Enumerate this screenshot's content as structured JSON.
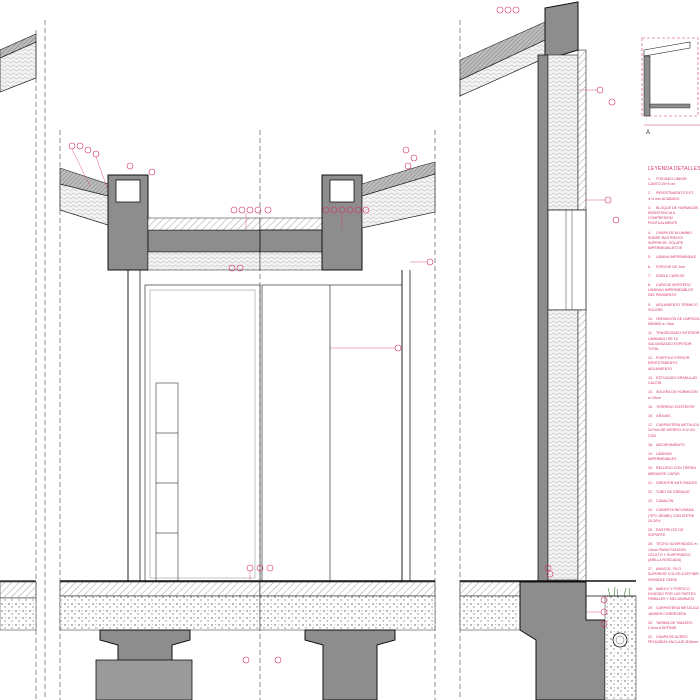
{
  "sheet": {
    "accent_color": "#d6336c",
    "line_color": "#1a1a1a",
    "hatch_color": "#8a8a8a",
    "key_plan_label": "A",
    "legend": {
      "title": "LEYENDA DETALLES",
      "items": [
        {
          "n": "1.",
          "text": "FORJADO UNIDIR. CANTO 25+5 cm"
        },
        {
          "n": "2.",
          "text": "REVESTIMIENTO EXT. 4+4 mm ACABADO"
        },
        {
          "n": "3.",
          "text": "BLOQUE DE HORMIGÓN RESISTENCIA A COMPRESIÓN PUNTUALMENTE"
        },
        {
          "n": "4.",
          "text": "CHAPA DE ALUMINIO SOBRE RASTRELES SUPERIOR. SOLAPE IMPERMEABLES DE"
        },
        {
          "n": "5.",
          "text": "LÁMINA IMPERMEABLE"
        },
        {
          "n": "6.",
          "text": "PORCHE DE 2cm"
        },
        {
          "n": "7.",
          "text": "DOBLE CAPA DE"
        },
        {
          "n": "8.",
          "text": "CAPA DE MORTERO LÁMINAS IMPERMEABLES DEL PAVIMENTO"
        },
        {
          "n": "9.",
          "text": "AISLAMIENTO TÉRMICO SOLERA"
        },
        {
          "n": "10.",
          "text": "HORMIGÓN DE LIMPIEZA MÍNIMO e= 5cm"
        },
        {
          "n": "11.",
          "text": "TRASDOSADO INTERIOR LAMINADO DE 15 GALVANIZADO ESPESOR TOTAL"
        },
        {
          "n": "12.",
          "text": "PUERTA EXTERIOR REVESTIMIENTO AISLAMIENTO"
        },
        {
          "n": "13.",
          "text": "ESTUCADO GRANULAR CALCÍN"
        },
        {
          "n": "14.",
          "text": "SOLERA DE HORMIGÓN e=10cm"
        },
        {
          "n": "15.",
          "text": "TERRENO EXISTENTE"
        },
        {
          "n": "16.",
          "text": "GRAVAS."
        },
        {
          "n": "17.",
          "text": "CARPINTERÍA METÁLICA 2x7mm DE HIERRO 4+4+4/4 CON"
        },
        {
          "n": "18.",
          "text": "ANCHEAMIENTO"
        },
        {
          "n": "19.",
          "text": "LÁMINAS IMPERMEABLES"
        },
        {
          "n": "20.",
          "text": "RELLENO CON TIERRA MEDIANTE CAPAS"
        },
        {
          "n": "21.",
          "text": "DRENTER ANTI-RAÍCES"
        },
        {
          "n": "22.",
          "text": "TUBO DE DRENAJE"
        },
        {
          "n": "23.",
          "text": "CANALÓN"
        },
        {
          "n": "24.",
          "text": "CUBIERTA INCLINADA (TIPO ÁRABE) CON ENTRE 25-30%"
        },
        {
          "n": "25.",
          "text": "RASTRELES DE SOPORTE"
        },
        {
          "n": "26.",
          "text": "TECHO SUSPENDIDO e= 13mm PARA FIJACIÓN OCULTO Y SUSPENDIDO (ARILLA ROSCADA)"
        },
        {
          "n": "27.",
          "text": "AMACOL. FILO SUPERIOR COLOR A DEFINIR INVISIBLE SERIE"
        },
        {
          "n": "28.",
          "text": "AMECO Y PORTICO DIVIDIDO POR LAS PARTES FIBRALES Y MECANISMOS"
        },
        {
          "n": "29.",
          "text": "CARPINTERÍA METÁLICA JANSEN CORREDERA"
        },
        {
          "n": "30.",
          "text": "TARIMA DE TABLERO 0.5cm A DEFINIR"
        },
        {
          "n": "31.",
          "text": "CHAPA DE ACERO PELDAÑOS ANCLAJE Ø18mm"
        }
      ]
    }
  }
}
